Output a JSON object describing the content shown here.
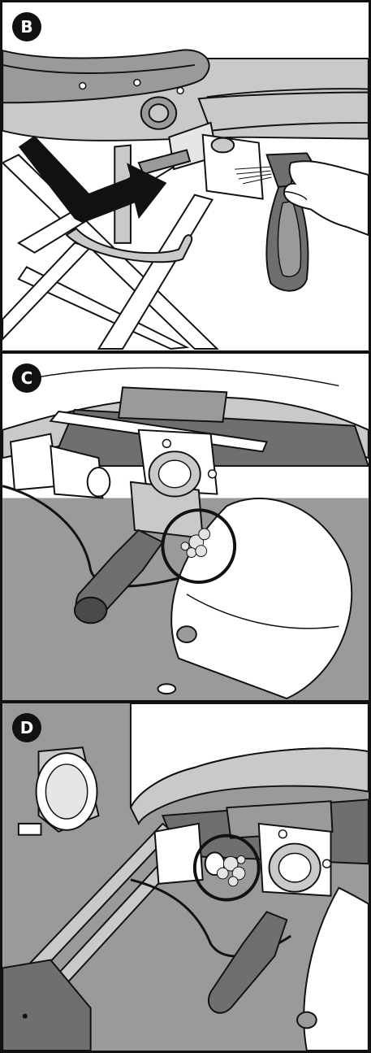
{
  "panels": [
    {
      "id": "panel-b",
      "label": "B"
    },
    {
      "id": "panel-c",
      "label": "C"
    },
    {
      "id": "panel-d",
      "label": "D"
    }
  ],
  "colors": {
    "line": "#111111",
    "gray_dark": "#6f6f6f",
    "gray_mid": "#9a9a9a",
    "gray_light": "#c9c9c9",
    "white": "#ffffff",
    "bubble": "#e3e3e3"
  },
  "icons": [
    "arrow-icon",
    "spray-bottle-icon",
    "gloved-hand-icon",
    "soap-bubbles-icon",
    "magnifier-circle-icon"
  ]
}
